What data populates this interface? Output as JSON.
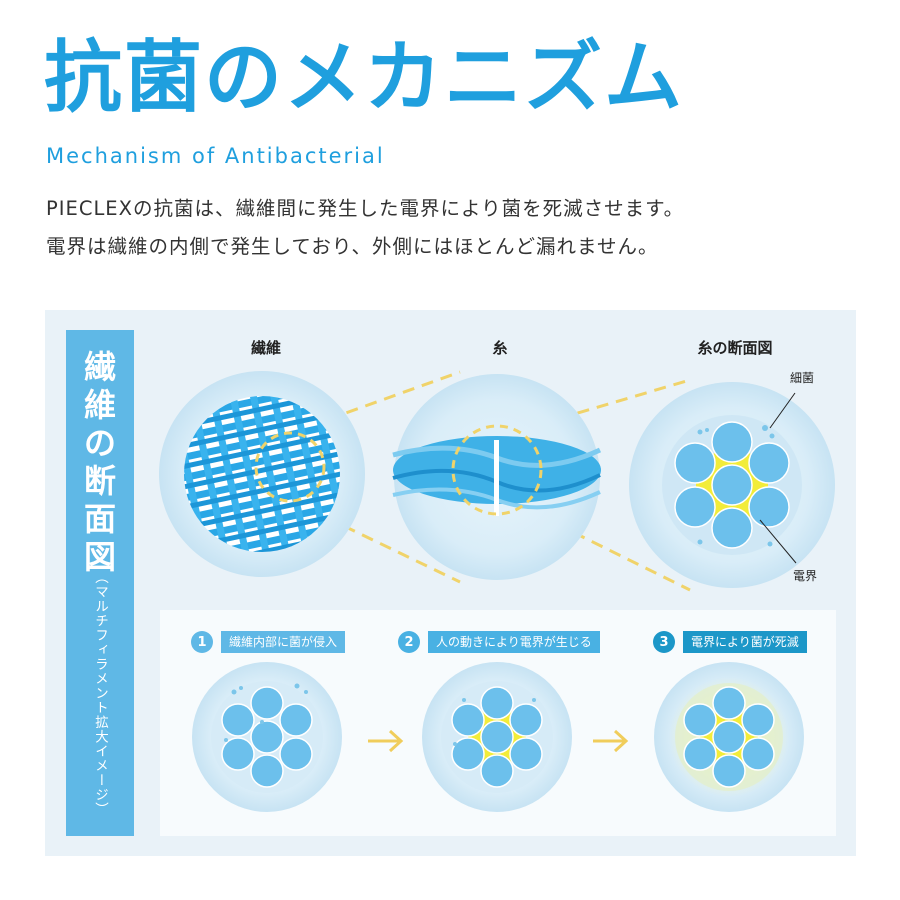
{
  "header": {
    "title": "抗菌のメカニズム",
    "subtitle": "Mechanism of Antibacterial",
    "description_line1": "PIECLEXの抗菌は、繊維間に発生した電界により菌を死滅させます。",
    "description_line2": "電界は繊維の内側で発生しており、外側にはほとんど漏れません。"
  },
  "diagram": {
    "side_title": [
      "繊",
      "維",
      "の",
      "断",
      "面",
      "図"
    ],
    "side_subtitle": "（マルチフィラメント拡大イメージ）",
    "columns": [
      "繊維",
      "糸",
      "糸の断面図"
    ],
    "labels": {
      "bacteria": "細菌",
      "field": "電界"
    },
    "steps": [
      {
        "num": "1",
        "text": "繊維内部に菌が侵入",
        "color": "#5fb8e6"
      },
      {
        "num": "2",
        "text": "人の動きにより電界が生じる",
        "color": "#49b1e3"
      },
      {
        "num": "3",
        "text": "電界により菌が死滅",
        "color": "#1c97c8"
      }
    ]
  },
  "colors": {
    "accent": "#1f9fde",
    "side": "#5fb8e6",
    "field": "#f2ec3a",
    "fiber": "#6cc0ec"
  }
}
